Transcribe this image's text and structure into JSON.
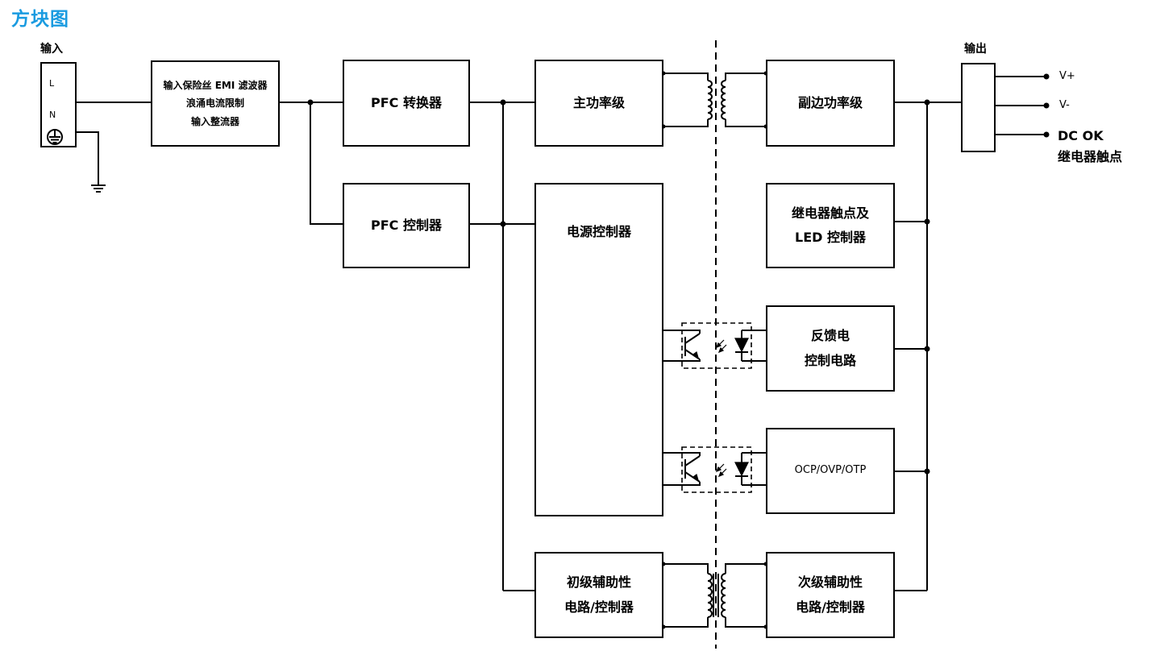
{
  "title": "方块图",
  "input": {
    "label": "输入",
    "pins": [
      "L",
      "N"
    ]
  },
  "output": {
    "label": "输出",
    "terminals": [
      "V+",
      "V-"
    ],
    "dc_ok": [
      "DC OK",
      "继电器触点"
    ]
  },
  "blocks": {
    "input_filter": [
      "输入保险丝 EMI 滤波器",
      "浪涌电流限制",
      "输入整流器"
    ],
    "pfc_converter": "PFC 转换器",
    "pfc_controller": "PFC 控制器",
    "main_power_stage": "主功率级",
    "power_controller": "电源控制器",
    "secondary_power_stage": "副边功率级",
    "relay_led_controller": [
      "继电器触点及",
      "LED 控制器"
    ],
    "feedback_circuit": [
      "反馈电",
      "控制电路"
    ],
    "protection": "OCP/OVP/OTP",
    "primary_aux": [
      "初级辅助性",
      "电路/控制器"
    ],
    "secondary_aux": [
      "次级辅助性",
      "电路/控制器"
    ]
  }
}
